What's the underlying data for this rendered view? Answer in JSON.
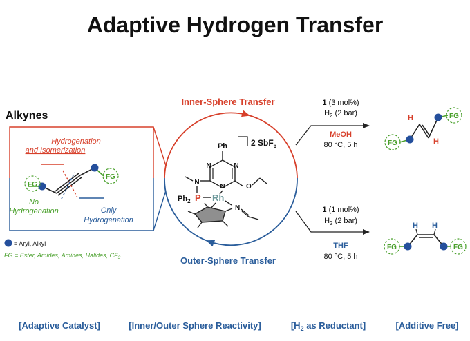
{
  "title": "Adaptive Hydrogen Transfer",
  "colors": {
    "red": "#d7402b",
    "blue": "#2a5d9b",
    "green": "#4aa02c",
    "node": "#244f9c",
    "teal": "#6e9a9c"
  },
  "left_panel": {
    "heading": "Alkynes",
    "hydrogenation": "Hydrogenation",
    "and_isomerization": "and Isomerization",
    "no": "No",
    "no_hydrogenation": "Hydrogenation",
    "only": "Only",
    "only_hydrogenation": "Hydrogenation",
    "fg": "FG",
    "legend_aryl": "= Aryl, Alkyl",
    "legend_fg": "FG =  Ester, Amides, Amines, Halides, CF",
    "legend_fg_sub": "3"
  },
  "center": {
    "inner_sphere": "Inner-Sphere Transfer",
    "outer_sphere": "Outer-Sphere Transfer",
    "ph": "Ph",
    "counterion": "2 SbF",
    "counterion_sub": "6",
    "n": "N",
    "ph2": "Ph",
    "ph2_sub": "2",
    "p": "P",
    "rh": "Rh"
  },
  "top_conditions": {
    "catalyst_num": "1",
    "catalyst_load": " (3 mol%)",
    "h2_pre": "H",
    "h2_sub": "2",
    "h2_post": " (2 bar)",
    "solvent": "MeOH",
    "temp_time": "80 °C, 5 h"
  },
  "bottom_conditions": {
    "catalyst_num": "1",
    "catalyst_load": " (1 mol%)",
    "h2_pre": "H",
    "h2_sub": "2",
    "h2_post": " (2 bar)",
    "solvent": "THF",
    "temp_time": "80 °C, 5 h"
  },
  "products": {
    "fg": "FG",
    "h": "H"
  },
  "footer": [
    "[Adaptive Catalyst]",
    "[Inner/Outer Sphere Reactivity]",
    "[H",
    "2",
    " as Reductant]",
    "[Additive Free]"
  ]
}
